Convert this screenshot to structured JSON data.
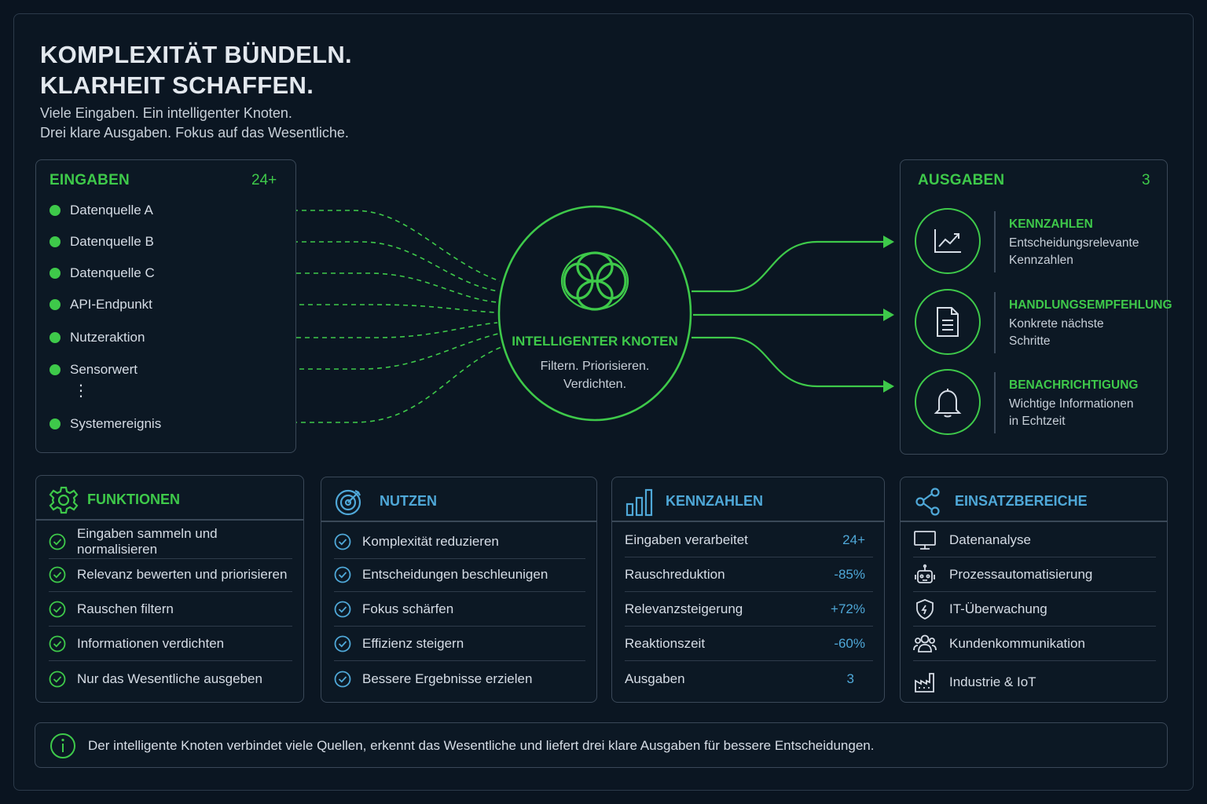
{
  "header": {
    "title_line1": "KOMPLEXITÄT BÜNDELN.",
    "title_line2": "KLARHEIT SCHAFFEN.",
    "subtitle_line1": "Viele Eingaben. Ein intelligenter Knoten.",
    "subtitle_line2": "Drei klare Ausgaben. Fokus auf das Wesentliche."
  },
  "inputs": {
    "title": "EINGABEN",
    "count": "24+",
    "items": [
      "Datenquelle A",
      "Datenquelle B",
      "Datenquelle C",
      "API-Endpunkt",
      "Nutzeraktion",
      "Sensorwert",
      "Systemereignis"
    ],
    "ellipsis": "⋮"
  },
  "node": {
    "icon": "knot-icon",
    "title": "INTELLIGENTER KNOTEN",
    "desc_line1": "Filtern. Priorisieren.",
    "desc_line2": "Verdichten."
  },
  "outputs": {
    "title": "AUSGABEN",
    "count": "3",
    "items": [
      {
        "icon": "trend-chart-icon",
        "title": "KENNZAHLEN",
        "desc_line1": "Entscheidungsrelevante",
        "desc_line2": "Kennzahlen"
      },
      {
        "icon": "document-icon",
        "title": "HANDLUNGSEMPFEHLUNG",
        "desc_line1": "Konkrete nächste",
        "desc_line2": "Schritte"
      },
      {
        "icon": "bell-icon",
        "title": "BENACHRICHTIGUNG",
        "desc_line1": "Wichtige Informationen",
        "desc_line2": "in Echtzeit"
      }
    ]
  },
  "cards": {
    "funktionen": {
      "icon": "gear-icon",
      "title": "FUNKTIONEN",
      "items": [
        "Eingaben sammeln und normalisieren",
        "Relevanz bewerten und priorisieren",
        "Rauschen filtern",
        "Informationen verdichten",
        "Nur das Wesentliche ausgeben"
      ]
    },
    "nutzen": {
      "icon": "target-icon",
      "title": "NUTZEN",
      "items": [
        "Komplexität reduzieren",
        "Entscheidungen beschleunigen",
        "Fokus schärfen",
        "Effizienz steigern",
        "Bessere Ergebnisse erzielen"
      ]
    },
    "kennzahlen": {
      "icon": "bar-chart-icon",
      "title": "KENNZAHLEN",
      "rows": [
        {
          "label": "Eingaben verarbeitet",
          "value": "24+"
        },
        {
          "label": "Rauschreduktion",
          "value": "-85%"
        },
        {
          "label": "Relevanzsteigerung",
          "value": "+72%"
        },
        {
          "label": "Reaktionszeit",
          "value": "-60%"
        },
        {
          "label": "Ausgaben",
          "value": "3"
        }
      ]
    },
    "einsatz": {
      "icon": "share-icon",
      "title": "EINSATZBEREICHE",
      "items": [
        {
          "icon": "monitor-icon",
          "label": "Datenanalyse"
        },
        {
          "icon": "robot-icon",
          "label": "Prozessautomatisierung"
        },
        {
          "icon": "shield-icon",
          "label": "IT-Überwachung"
        },
        {
          "icon": "users-icon",
          "label": "Kundenkommunikation"
        },
        {
          "icon": "factory-icon",
          "label": "Industrie & IoT"
        }
      ]
    }
  },
  "footer": {
    "icon": "info-icon",
    "text": "Der intelligente Knoten verbindet viele Quellen, erkennt das Wesentliche und liefert drei klare Ausgaben für bessere Entscheidungen."
  },
  "colors": {
    "accent_green": "#3ec94a",
    "accent_blue": "#4fa8d8",
    "background": "#0a1420",
    "border": "#3a4858"
  }
}
